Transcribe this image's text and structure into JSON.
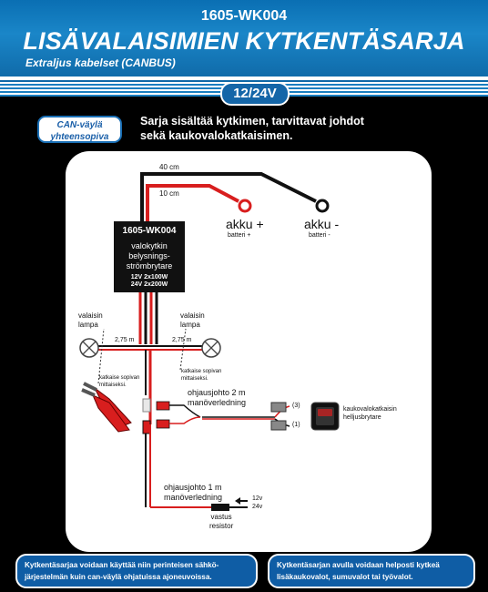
{
  "header": {
    "product_code": "1605-WK004",
    "title": "LISÄVALAISIMIEN KYTKENTÄSARJA",
    "subtitle": "Extraljus kabelset (CANBUS)",
    "voltage_badge": "12/24V"
  },
  "can_badge": {
    "line1": "CAN-väylä",
    "line2": "yhteensopiva"
  },
  "intro": {
    "line1": "Sarja sisältää kytkimen, tarvittavat johdot",
    "line2": "sekä kaukovalokatkaisimen."
  },
  "diagram": {
    "wire_40cm": "40 cm",
    "wire_10cm": "10 cm",
    "akku_plus": "akku +",
    "batteri_plus": "batteri +",
    "akku_minus": "akku -",
    "batteri_minus": "batteri -",
    "relay_code": "1605-WK004",
    "relay_name_1": "valokytkin",
    "relay_name_2": "belysnings-",
    "relay_name_3": "strömbrytare",
    "relay_spec_1": "12V 2x100W",
    "relay_spec_2": "24V 2x200W",
    "lamp_left_1": "valaisin",
    "lamp_left_2": "lampa",
    "lamp_right_1": "valaisin",
    "lamp_right_2": "lampa",
    "len_left": "2,75 m",
    "len_right": "2,75 m",
    "cut_left_1": "katkaise sopivan",
    "cut_left_2": "mittaiseksi.",
    "cut_right_1": "katkaise sopivan",
    "cut_right_2": "mittaiseksi.",
    "control_2m_1": "ohjausjohto 2 m",
    "control_2m_2": "manöverledning",
    "pin_3": "(3)",
    "pin_1": "(1)",
    "switch_1": "kaukovalokatkaisin",
    "switch_2": "helljusbrytare",
    "control_1m_1": "ohjausjohto 1 m",
    "control_1m_2": "manöverledning",
    "v12": "12v",
    "v24": "24v",
    "resistor_1": "vastus",
    "resistor_2": "resistor"
  },
  "footer": {
    "left": "Kytkentäsarjaa voidaan käyttää niin perinteisen sähkö-järjestelmän kuin can-väylä ohjatuissa ajoneuvoissa.",
    "right": "Kytkentäsarjan avulla voidaan helposti kytkeä lisäkaukovalot, sumuvalot tai työvalot."
  }
}
